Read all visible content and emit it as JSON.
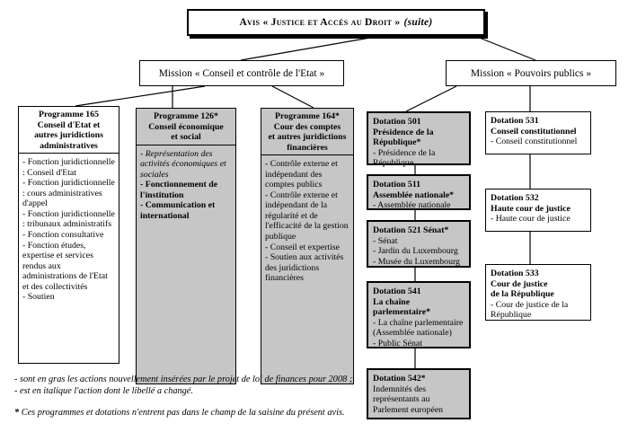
{
  "title": {
    "text": "Avis « Justice et Accès au Droit »",
    "suffix": "(suite)"
  },
  "missions": {
    "conseil": "Mission « Conseil et contrôle de l'Etat »",
    "pouvoirs": "Mission « Pouvoirs publics »"
  },
  "colors": {
    "box_gray": "#c6c6c6",
    "border": "#000000",
    "background": "#ffffff"
  },
  "p165": {
    "header": [
      "Programme 165",
      "Conseil d'Etat et",
      "autres juridictions",
      "administratives"
    ],
    "items": [
      "- Fonction juridictionnelle : Conseil d'Etat",
      "- Fonction juridictionnelle : cours administratives d'appel",
      "- Fonction juridictionnelle : tribunaux administratifs",
      "- Fonction consultative",
      "- Fonction études, expertise et services rendus aux administrations de l'Etat et des collectivités",
      "- Soutien"
    ]
  },
  "p126": {
    "header": [
      "Programme 126*",
      "Conseil économique",
      "et social"
    ],
    "items": [
      "- Représentation des activités économiques et sociales",
      "- Fonctionnement de l'institution",
      "- Communication et international"
    ]
  },
  "p164": {
    "header": [
      "Programme 164*",
      "Cour des comptes",
      "et autres juridictions",
      "financières"
    ],
    "items": [
      "- Contrôle externe et indépendant des comptes publics",
      "- Contrôle externe et indépendant de la régularité et de l'efficacité de la gestion publique",
      "- Conseil et expertise",
      "- Soutien aux activités des juridictions financières"
    ]
  },
  "d501": {
    "header": [
      "Dotation 501",
      "Présidence de la",
      "République*"
    ],
    "items": [
      "- Présidence de la République"
    ]
  },
  "d511": {
    "header": [
      "Dotation 511",
      "Assemblée nationale*"
    ],
    "items": [
      "- Assemblée nationale"
    ]
  },
  "d521": {
    "header": [
      "Dotation 521 Sénat*"
    ],
    "items": [
      "- Sénat",
      "- Jardin du Luxembourg",
      "- Musée du Luxembourg"
    ]
  },
  "d541": {
    "header": [
      "Dotation 541",
      "La chaîne",
      "parlementaire*"
    ],
    "items": [
      "- La chaîne parlementaire (Assemblée nationale)",
      "- Public Sénat"
    ]
  },
  "d542": {
    "header": [
      "Dotation 542*"
    ],
    "items": [
      "Indemnités des représentants au Parlement européen"
    ]
  },
  "d531": {
    "header": [
      "Dotation 531",
      "Conseil constitutionnel"
    ],
    "items": [
      "- Conseil constitutionnel"
    ]
  },
  "d532": {
    "header": [
      "Dotation 532",
      "Haute cour de justice"
    ],
    "items": [
      "- Haute cour de justice"
    ]
  },
  "d533": {
    "header": [
      "Dotation 533",
      "Cour de justice",
      "de la République"
    ],
    "items": [
      "- Cour de justice de la République"
    ]
  },
  "footnotes": {
    "line1": "- sont en gras les actions nouvellement insérées par le projet de loi de finances pour 2008 ;",
    "line2": "- est en italique l'action dont le libellé a changé.",
    "star_marker": "*",
    "star_text": " Ces programmes et dotations n'entrent pas dans le champ de la saisine du présent avis."
  }
}
